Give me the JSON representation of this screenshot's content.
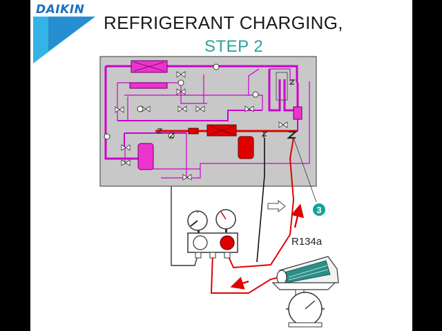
{
  "logo": {
    "text": "DAIKIN"
  },
  "title": "REFRIGERANT CHARGING,",
  "subtitle": "STEP 2",
  "labels": {
    "gas": "R134a",
    "step_marker": "③"
  },
  "colors": {
    "brand_blue": "#1b6fc0",
    "logo_teal": "#34b4e6",
    "panel_gray": "#c8c8c8",
    "circuit_magenta": "#cc00cc",
    "liquid_red": "#e00000",
    "subtitle_teal": "#2aa39b",
    "step_green": "#14a39a"
  },
  "icons": {
    "valves": "bowtie-valve-icon",
    "sensors": "sensor-circle-icon",
    "gauges": "pressure-gauge-icon",
    "arrow": "outline-arrow-icon"
  }
}
